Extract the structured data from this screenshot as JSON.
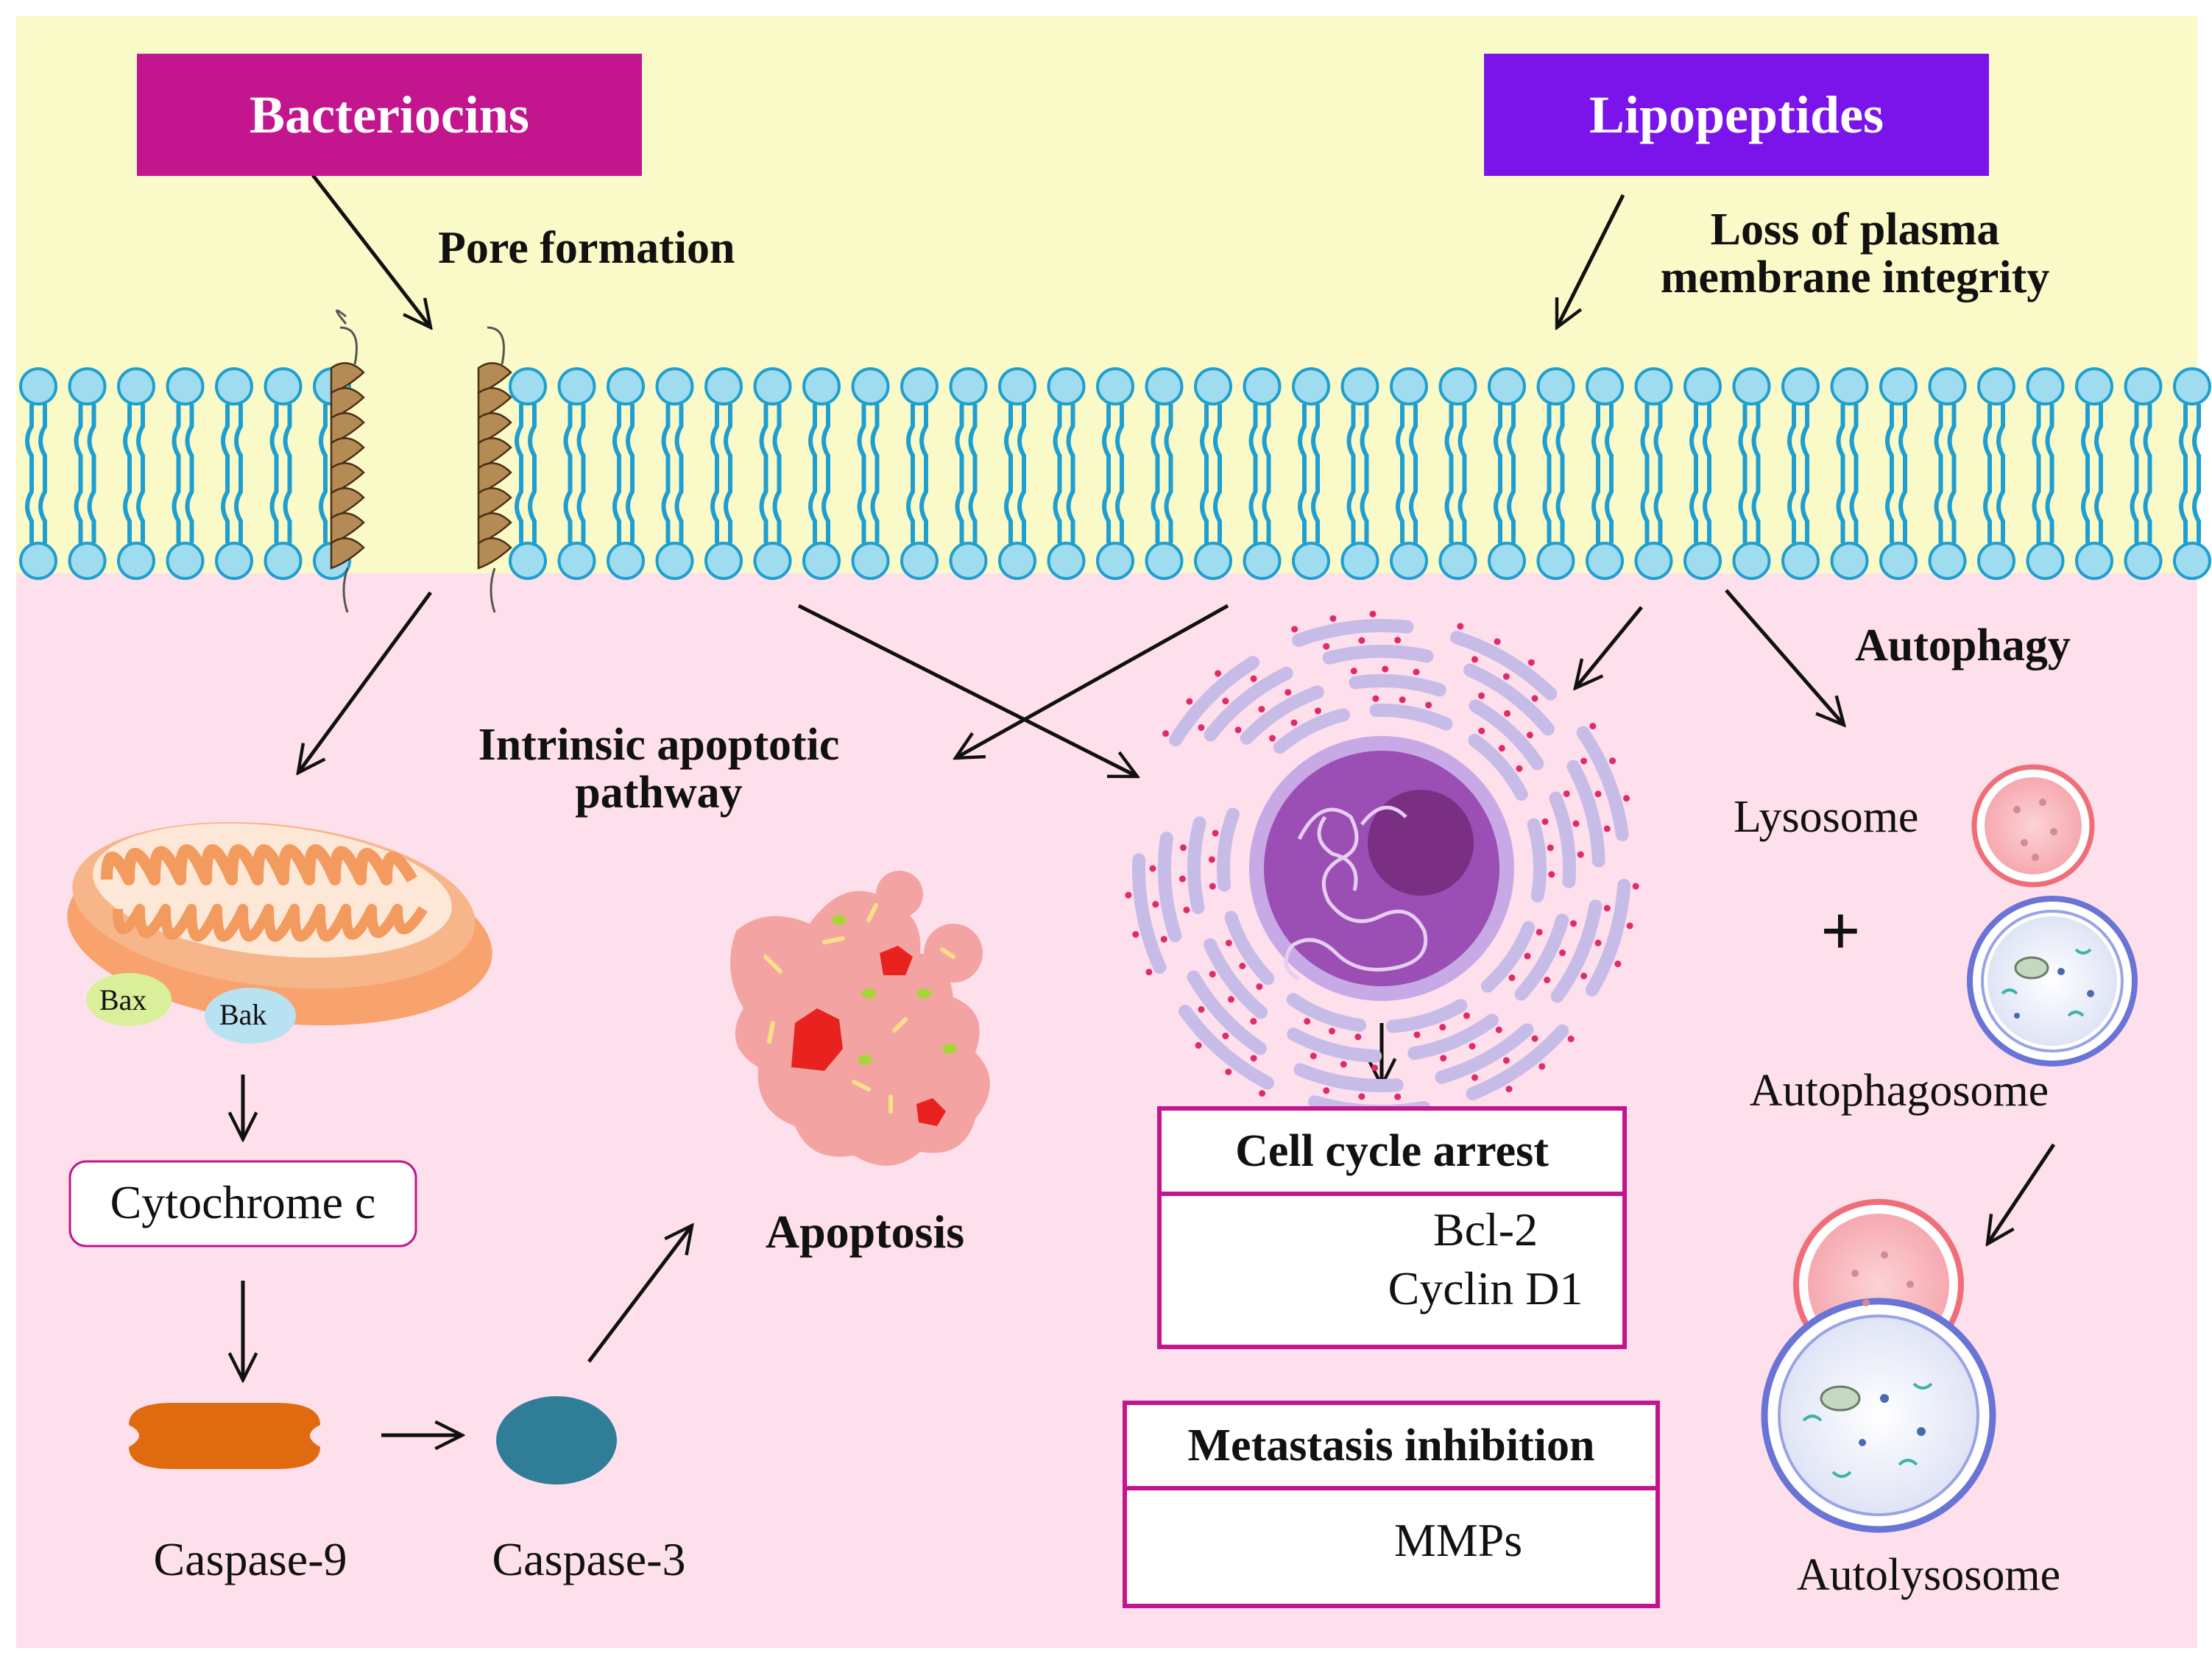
{
  "agents": {
    "bacteriocins": "Bacteriocins",
    "lipopeptides": "Lipopeptides"
  },
  "mechanisms": {
    "pore_formation": "Pore formation",
    "membrane_loss_line1": "Loss of plasma",
    "membrane_loss_line2": "membrane integrity",
    "intrinsic_line1": "Intrinsic apoptotic",
    "intrinsic_line2": "pathway",
    "autophagy": "Autophagy"
  },
  "apoptosis": {
    "bax": "Bax",
    "bak": "Bak",
    "cytochrome": "Cytochrome c",
    "caspase9": "Caspase-9",
    "caspase3": "Caspase-3",
    "apoptosis": "Apoptosis"
  },
  "cell_cycle": {
    "header": "Cell cycle arrest",
    "items": [
      "Bcl-2",
      "Cyclin D1"
    ]
  },
  "metastasis": {
    "header": "Metastasis inhibition",
    "items": [
      "MMPs"
    ]
  },
  "autophagy_path": {
    "lysosome": "Lysosome",
    "plus": "+",
    "autophagosome": "Autophagosome",
    "autolysosome": "Autolysosome"
  },
  "colors": {
    "extracellular": "#fafac8",
    "intracellular": "#fde0ec",
    "bacteriocins_box": "#c2158e",
    "lipopeptides_box": "#7a14ea",
    "membrane": "#1e9fd0",
    "mitochondrion": "#f4a06a",
    "caspase9": "#e06a10",
    "caspase3": "#2f7d96",
    "nucleus": "#9b4fb4",
    "down_arrow": "#c2158e"
  }
}
